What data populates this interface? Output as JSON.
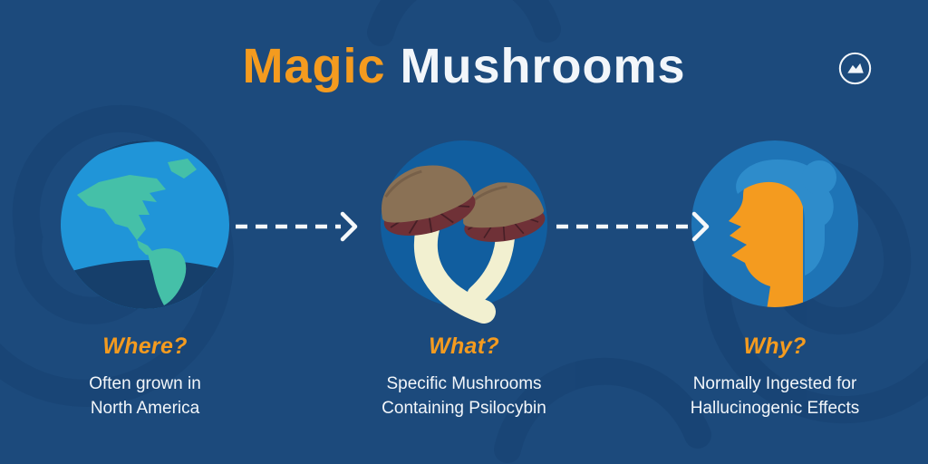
{
  "title": {
    "highlight": "Magic",
    "rest": "Mushrooms"
  },
  "logo": {
    "icon": "mountain-in-circle-icon"
  },
  "steps": [
    {
      "question": "Where?",
      "desc_line1": "Often grown in",
      "desc_line2": "North America",
      "illustration": "globe-earth"
    },
    {
      "question": "What?",
      "desc_line1": "Specific Mushrooms",
      "desc_line2": "Containing Psilocybin",
      "illustration": "psilocybin-mushrooms"
    },
    {
      "question": "Why?",
      "desc_line1": "Normally Ingested for",
      "desc_line2": "Hallucinogenic Effects",
      "illustration": "person-head-profile"
    }
  ],
  "connectors": [
    {
      "name": "arrow-where-to-what",
      "style": "dashed-right-arrow"
    },
    {
      "name": "arrow-what-to-why",
      "style": "dashed-right-arrow"
    }
  ],
  "colors": {
    "background": "#1c4a7c",
    "swirl": "#16406f",
    "accent_orange": "#f49b1f",
    "text_white": "#f2f6fa",
    "globe_ocean": "#2095d8",
    "globe_land": "#45c0a8",
    "globe_shadow": "#163f6b",
    "mushroom_panel": "#115e9f",
    "mushroom_cap": "#8a7155",
    "mushroom_gills": "#6f3137",
    "mushroom_stem": "#f2f0d0",
    "head_panel": "#1e74b6",
    "head_hair": "#2e8ccb",
    "head_skin": "#f49b1f"
  }
}
